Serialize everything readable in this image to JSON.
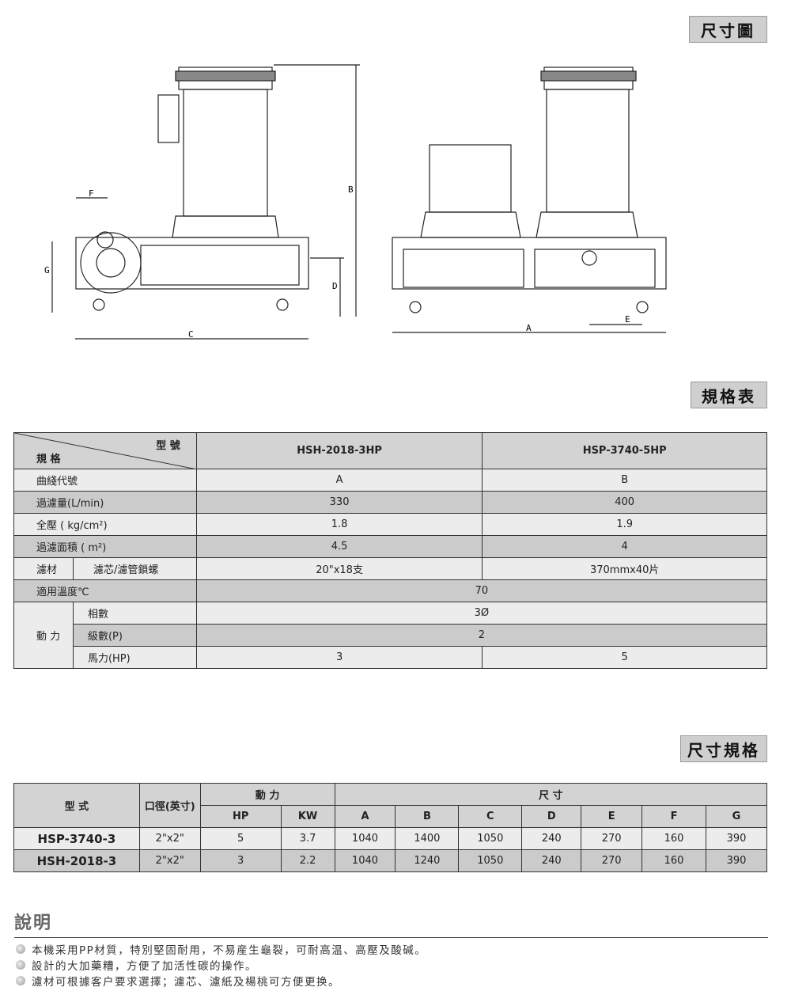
{
  "sections": {
    "dimension_drawing": "尺寸圖",
    "spec_table": "規格表",
    "dimension_table": "尺寸規格",
    "notes": "說明"
  },
  "drawing_labels": {
    "A": "A",
    "B": "B",
    "C": "C",
    "D": "D",
    "E": "E",
    "F": "F",
    "G": "G"
  },
  "spec": {
    "corner_top": "型 號",
    "corner_bottom": "規 格",
    "models": [
      "HSH-2018-3HP",
      "HSP-3740-5HP"
    ],
    "rows": [
      {
        "label": "曲綫代號",
        "values": [
          "A",
          "B"
        ]
      },
      {
        "label": "過濾量(L/min)",
        "values": [
          "330",
          "400"
        ]
      },
      {
        "label": "全壓 ( kg/cm²)",
        "values": [
          "1.8",
          "1.9"
        ]
      },
      {
        "label": "過濾面積 ( m²)",
        "values": [
          "4.5",
          "4"
        ]
      },
      {
        "group": "濾材",
        "label": "濾芯/濾管鎖螺",
        "values": [
          "20\"x18支",
          "370mmx40片"
        ]
      },
      {
        "label": "適用溫度℃",
        "value": "70"
      },
      {
        "group": "動 力",
        "label": "相數",
        "value": "3Ø"
      },
      {
        "label": "級數(P)",
        "value": "2"
      },
      {
        "label": "馬力(HP)",
        "values": [
          "3",
          "5"
        ]
      }
    ]
  },
  "dims": {
    "headers": {
      "model": "型 式",
      "port": "口徑(英寸)",
      "power": "動 力",
      "hp": "HP",
      "kw": "KW",
      "size": "尺 寸",
      "cols": [
        "A",
        "B",
        "C",
        "D",
        "E",
        "F",
        "G"
      ]
    },
    "rows": [
      {
        "model": "HSP-3740-3",
        "port": "2\"x2\"",
        "hp": "5",
        "kw": "3.7",
        "vals": [
          "1040",
          "1400",
          "1050",
          "240",
          "270",
          "160",
          "390"
        ]
      },
      {
        "model": "HSH-2018-3",
        "port": "2\"x2\"",
        "hp": "3",
        "kw": "2.2",
        "vals": [
          "1040",
          "1240",
          "1050",
          "240",
          "270",
          "160",
          "390"
        ]
      }
    ]
  },
  "notes": [
    "本機采用PP材質，特別堅固耐用，不易産生龜裂，可耐高温、高壓及酸碱。",
    "設計的大加藥糟，方便了加活性碳的操作。",
    "濾材可根據客户要求選擇；濾芯、濾紙及楊桃可方便更换。"
  ]
}
